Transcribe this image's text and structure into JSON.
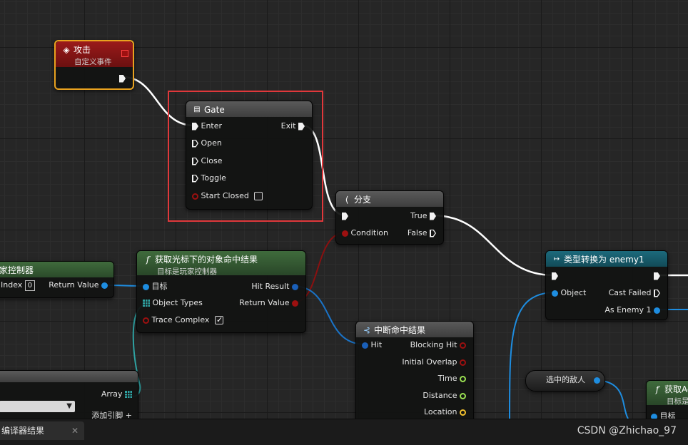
{
  "nodes": {
    "event": {
      "title": "攻击",
      "subtitle": "自定义事件"
    },
    "gate": {
      "title": "Gate",
      "pins": {
        "enter": "Enter",
        "exit": "Exit",
        "open": "Open",
        "close": "Close",
        "toggle": "Toggle",
        "start_closed": "Start Closed"
      }
    },
    "branch": {
      "title": "分支",
      "pins": {
        "true": "True",
        "condition": "Condition",
        "false": "False"
      }
    },
    "controller": {
      "title": "家控制器",
      "pins": {
        "index": "Index",
        "index_value": "0",
        "return_value": "Return Value"
      }
    },
    "hit_under_cursor": {
      "title": "获取光标下的对象命中结果",
      "subtitle": "目标是玩家控制器",
      "pins": {
        "target": "目标",
        "hit_result": "Hit Result",
        "object_types": "Object Types",
        "return_value": "Return Value",
        "trace_complex": "Trace Complex"
      }
    },
    "cast": {
      "title": "类型转换为 enemy1",
      "pins": {
        "object": "Object",
        "cast_failed": "Cast Failed",
        "as_enemy": "As Enemy 1"
      }
    },
    "break_hit": {
      "title": "中断命中结果",
      "pins": {
        "hit": "Hit",
        "blocking_hit": "Blocking Hit",
        "initial_overlap": "Initial Overlap",
        "time": "Time",
        "distance": "Distance",
        "location": "Location"
      }
    },
    "array_node": {
      "array": "Array",
      "add_pin": "添加引脚"
    },
    "selected_enemy": {
      "label": "选中的敌人"
    },
    "get_actor": {
      "title": "获取Ac",
      "subtitle": "目标是",
      "pin": "目标"
    }
  },
  "bottom": {
    "tab_label": "编译器结果",
    "close": "✕"
  },
  "watermark": "CSDN @Zhichao_97",
  "colors": {
    "highlight": "#e0383b",
    "event_header": "#8e1818",
    "event_border": "#e9a21f",
    "function_header": "#3f6b3c",
    "cast_header": "#185b6b",
    "default_header": "#4a4a4a",
    "exec_wire": "#ffffff",
    "object_pin": "#1e8de0",
    "bool_pin": "#9d1010",
    "float_pin": "#9ae052",
    "vector_pin": "#f3c12e",
    "array_pin": "#2fa3a3"
  }
}
